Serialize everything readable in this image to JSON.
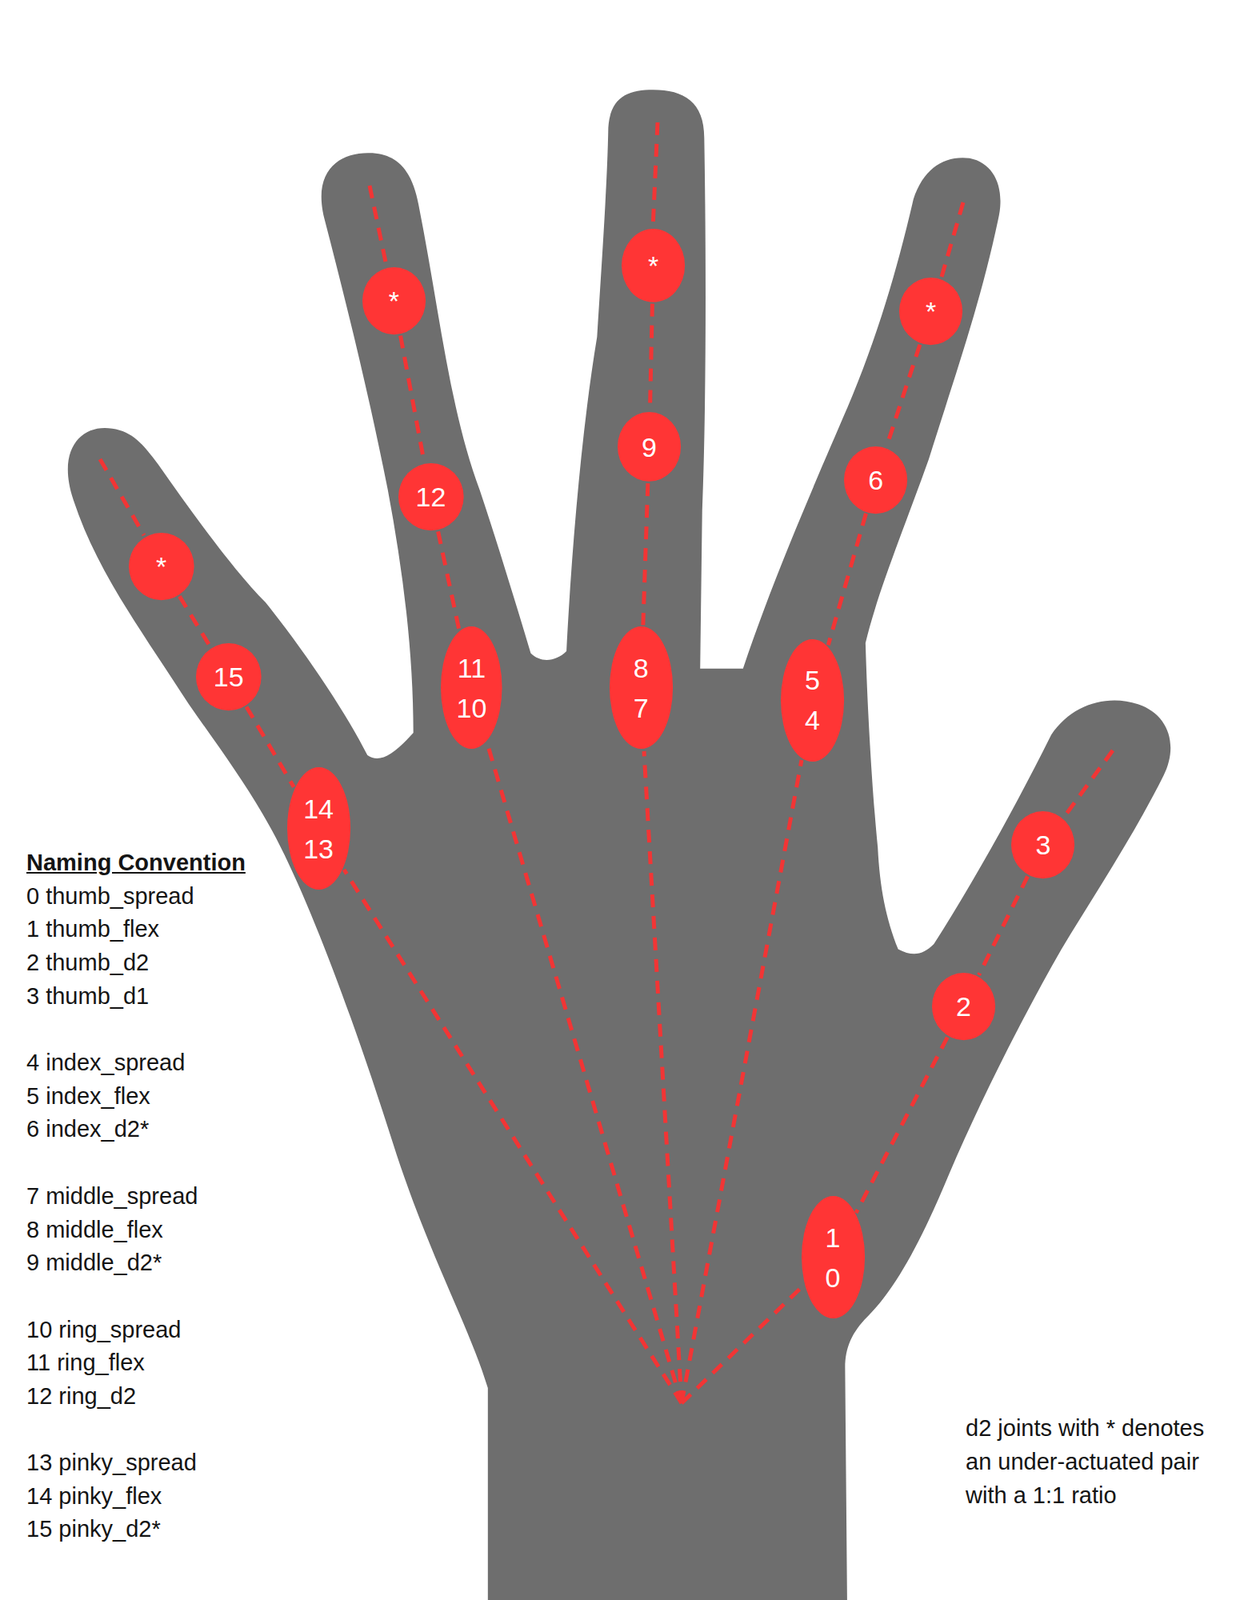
{
  "diagram": {
    "nodes": [
      {
        "text": [
          "*"
        ]
      },
      {
        "text": [
          "15"
        ]
      },
      {
        "text": [
          "14",
          "13"
        ]
      },
      {
        "text": [
          "*"
        ]
      },
      {
        "text": [
          "12"
        ]
      },
      {
        "text": [
          "11",
          "10"
        ]
      },
      {
        "text": [
          "*"
        ]
      },
      {
        "text": [
          "9"
        ]
      },
      {
        "text": [
          "8",
          "7"
        ]
      },
      {
        "text": [
          "*"
        ]
      },
      {
        "text": [
          "6"
        ]
      },
      {
        "text": [
          "5",
          "4"
        ]
      },
      {
        "text": [
          "3"
        ]
      },
      {
        "text": [
          "2"
        ]
      },
      {
        "text": [
          "1",
          "0"
        ]
      }
    ],
    "edges": [
      {
        "from": 0,
        "to": 1,
        "arrow": "none"
      },
      {
        "from": 1,
        "to": 2,
        "arrow": "none"
      },
      {
        "from": 3,
        "to": 4,
        "arrow": "none"
      },
      {
        "from": 4,
        "to": 5,
        "arrow": "none"
      },
      {
        "from": 6,
        "to": 7,
        "arrow": "none"
      },
      {
        "from": 7,
        "to": 8,
        "arrow": "none"
      },
      {
        "from": 9,
        "to": 10,
        "arrow": "none"
      },
      {
        "from": 10,
        "to": 11,
        "arrow": "none"
      },
      {
        "from": 12,
        "to": 13,
        "arrow": "none"
      },
      {
        "from": 13,
        "to": 14,
        "arrow": "none"
      }
    ],
    "labels": [
      "Naming Convention",
      "0 thumb_spread",
      "1 thumb_flex",
      "2 thumb_d2",
      "3 thumb_d1",
      "4 index_spread",
      "5 index_flex",
      "6 index_d2*",
      "7 middle_spread",
      "8 middle_flex",
      "9 middle_d2*",
      "10 ring_spread",
      "11 ring_flex",
      "12 ring_d2",
      "13 pinky_spread",
      "14 pinky_flex",
      "15 pinky_d2*",
      "d2 joints with * denotes an under-actuated pair with a 1:1 ratio"
    ]
  }
}
